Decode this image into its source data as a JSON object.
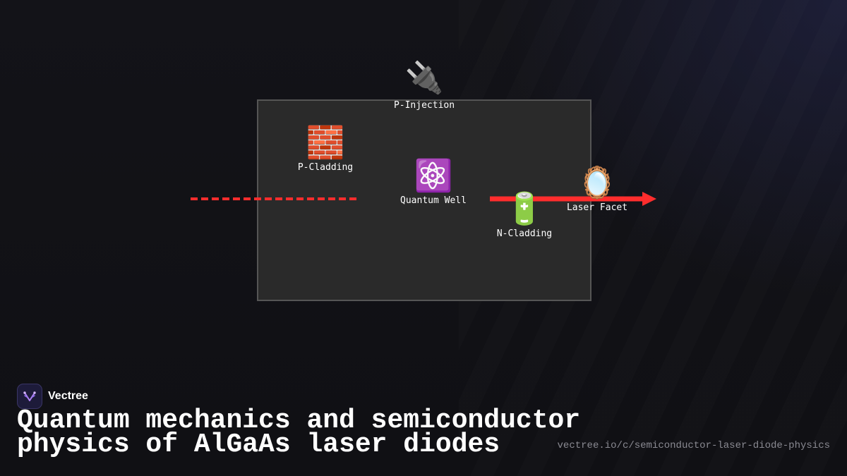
{
  "diagram": {
    "nodes": [
      {
        "id": "p-injection",
        "icon": "plug-icon",
        "glyph": "🔌",
        "label": "P-Injection"
      },
      {
        "id": "p-cladding",
        "icon": "brick-wall-icon",
        "glyph": "🧱",
        "label": "P-Cladding"
      },
      {
        "id": "quantum-well",
        "icon": "atom-icon",
        "glyph": "⚛️",
        "label": "Quantum Well"
      },
      {
        "id": "n-cladding",
        "icon": "battery-icon",
        "glyph": "🔋",
        "label": "N-Cladding"
      },
      {
        "id": "laser-facet",
        "icon": "mirror-icon",
        "glyph": "🪞",
        "label": "Laser Facet"
      }
    ],
    "colors": {
      "beam": "#ff2d2d",
      "chamber_fill": "#2a2a2a",
      "chamber_border": "#555555"
    }
  },
  "brand": {
    "name": "Vectree",
    "icon": "vectree-logo-icon"
  },
  "title": "Quantum mechanics and semiconductor physics of AlGaAs laser diodes",
  "url": "vectree.io/c/semiconductor-laser-diode-physics"
}
